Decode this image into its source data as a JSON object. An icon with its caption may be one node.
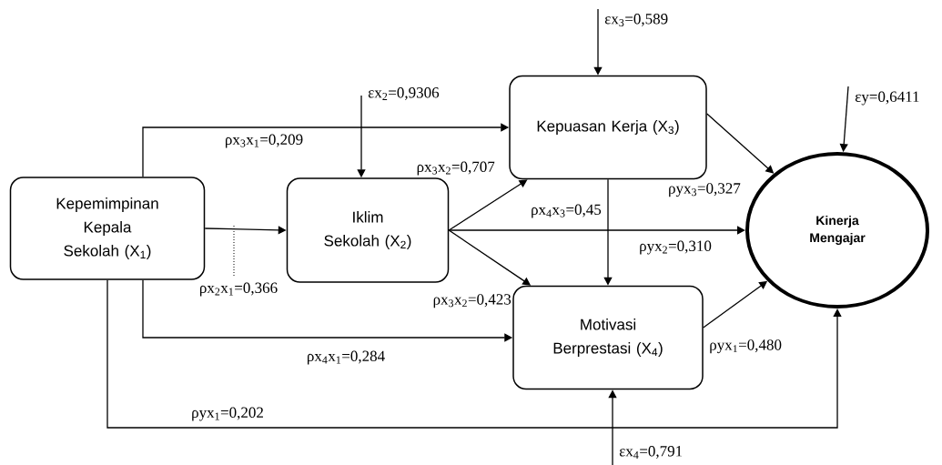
{
  "diagram": {
    "nodes": [
      {
        "text": [
          "Kepemimpinan Kepala Sekolah (X$_{1}$)"
        ]
      },
      {
        "text": [
          "Iklim Sekolah (X$_{2}$)"
        ]
      },
      {
        "text": [
          "Kepuasan Kerja (X$_{3}$)"
        ]
      },
      {
        "text": [
          "Motivasi Berprestasi (X$_{4}$)"
        ]
      },
      {
        "text": [
          "Kinerja Mengajar"
        ]
      }
    ],
    "edges": [
      {
        "from": 0,
        "to": 2,
        "arrow": "to",
        "label": "ρx$_{3}$x$_{1}$=0,209"
      },
      {
        "from": 0,
        "to": 1,
        "arrow": "to",
        "label": "ρx$_{2}$x$_{1}$=0,366"
      },
      {
        "from": 0,
        "to": 3,
        "arrow": "to",
        "label": "ρx$_{4}$x$_{1}$=0,284"
      },
      {
        "from": 0,
        "to": 4,
        "arrow": "to",
        "label": "ρyx$_{1}$=0,202"
      },
      {
        "from": 1,
        "to": 2,
        "arrow": "to",
        "label": "ρx$_{3}$x$_{2}$=0,707"
      },
      {
        "from": 1,
        "to": 4,
        "arrow": "to",
        "label": "ρyx$_{2}$=0,310"
      },
      {
        "from": 1,
        "to": 3,
        "arrow": "to",
        "label": "ρx$_{3}$x$_{2}$=0,423"
      },
      {
        "from": 2,
        "to": 3,
        "arrow": "to",
        "label": "ρx$_{4}$x$_{3}$=0,45"
      },
      {
        "from": 2,
        "to": 4,
        "arrow": "to",
        "label": "ρyx$_{3}$=0,327"
      },
      {
        "from": 3,
        "to": 4,
        "arrow": "to",
        "label": "ρyx$_{1}$=0,480"
      },
      {
        "from": null,
        "to": 1,
        "arrow": "to",
        "label": "εx$_{2}$=0,9306"
      },
      {
        "from": null,
        "to": 2,
        "arrow": "to",
        "label": "εx$_{3}$=0,589"
      },
      {
        "from": null,
        "to": 4,
        "arrow": "to",
        "label": "εy=0,6411"
      },
      {
        "from": null,
        "to": 3,
        "arrow": "to",
        "label": "εx$_{4}$=0,791"
      }
    ]
  }
}
